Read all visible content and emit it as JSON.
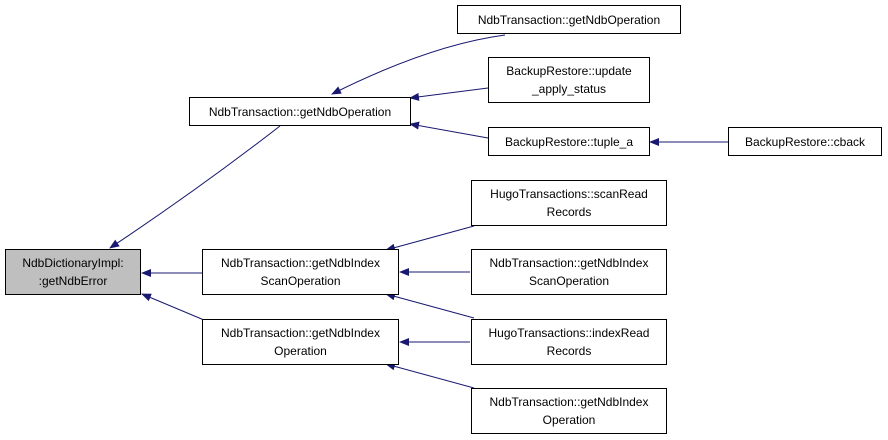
{
  "colors": {
    "edge": "#191970",
    "node_border": "#000000",
    "node_fill": "#ffffff",
    "current_fill": "#bfbfbf"
  },
  "nodes": {
    "dict_get_ndb_error": {
      "line1": "NdbDictionaryImpl:",
      "line2": ":getNdbError"
    },
    "trans_get_ndb_operation": {
      "line1": "NdbTransaction::getNdbOperation"
    },
    "trans_get_ndb_index_scan_operation": {
      "line1": "NdbTransaction::getNdbIndex",
      "line2": "ScanOperation"
    },
    "trans_get_ndb_index_operation": {
      "line1": "NdbTransaction::getNdbIndex",
      "line2": "Operation"
    },
    "trans_get_ndb_operation_caller": {
      "line1": "NdbTransaction::getNdbOperation"
    },
    "backup_update_apply_status": {
      "line1": "BackupRestore::update",
      "line2": "_apply_status"
    },
    "backup_tuple_a": {
      "line1": "BackupRestore::tuple_a"
    },
    "backup_cback": {
      "line1": "BackupRestore::cback"
    },
    "hugo_scan_read_records": {
      "line1": "HugoTransactions::scanRead",
      "line2": "Records"
    },
    "trans_get_ndb_index_scan_operation_caller": {
      "line1": "NdbTransaction::getNdbIndex",
      "line2": "ScanOperation"
    },
    "hugo_index_read_records": {
      "line1": "HugoTransactions::indexRead",
      "line2": "Records"
    },
    "trans_get_ndb_index_operation_caller": {
      "line1": "NdbTransaction::getNdbIndex",
      "line2": "Operation"
    }
  }
}
